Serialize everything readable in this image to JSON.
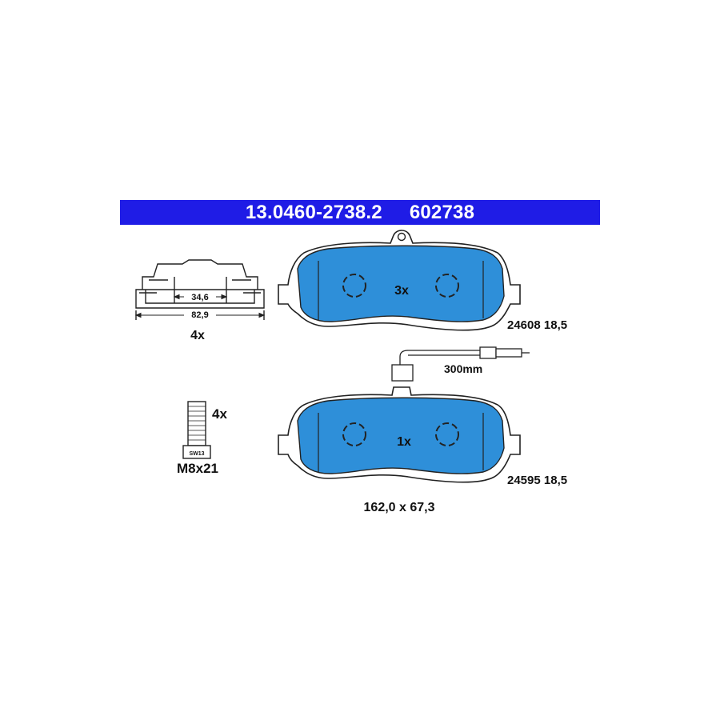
{
  "header": {
    "part_number": "13.0460-2738.2",
    "article_number": "602738"
  },
  "colors": {
    "header_bg": "#1f1ce6",
    "header_text": "#ffffff",
    "pad_fill": "#2e8fd9",
    "line": "#222222"
  },
  "clip": {
    "dim_inner": "34,6",
    "dim_outer": "82,9",
    "quantity": "4x"
  },
  "bolt": {
    "quantity": "4x",
    "size": "M8x21",
    "head_mark": "SW13"
  },
  "pad_top": {
    "quantity": "3x",
    "code": "24608 18,5"
  },
  "sensor": {
    "length": "300mm"
  },
  "pad_bottom": {
    "quantity": "1x",
    "code": "24595 18,5"
  },
  "dimensions": "162,0 x 67,3"
}
